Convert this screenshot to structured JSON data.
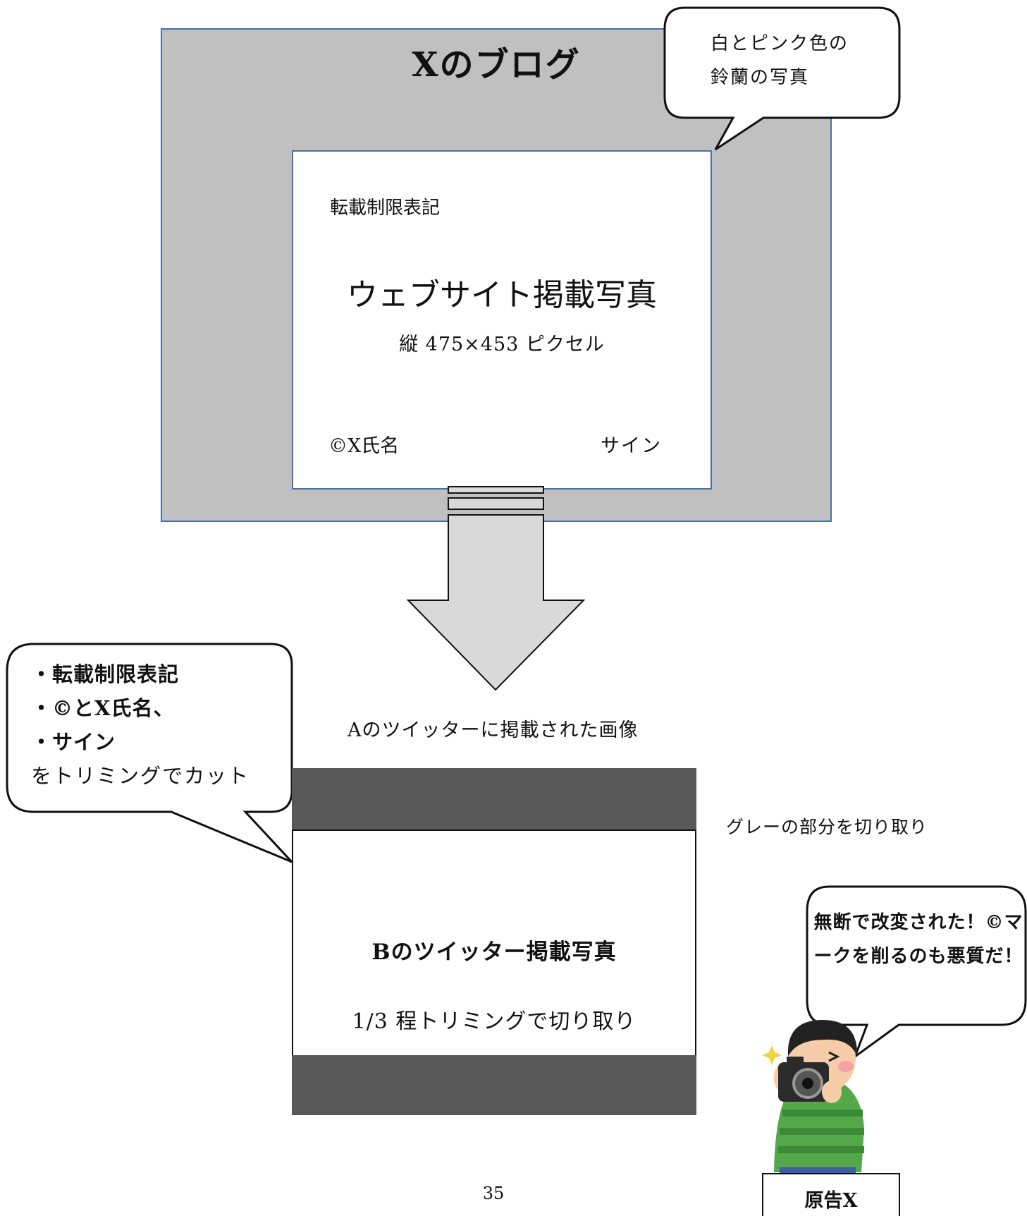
{
  "blog": {
    "title": "Xのブログ",
    "photo": {
      "restriction_label": "転載制限表記",
      "title": "ウェブサイト掲載写真",
      "size": "縦 475×453 ピクセル",
      "copyright": "©X氏名",
      "signature": "サイン"
    }
  },
  "callouts": {
    "photo_description": [
      "白とピンク色の",
      "鈴蘭の写真"
    ],
    "trimmed_items": [
      "・転載制限表記",
      "・©とX氏名、",
      "・サイン",
      "をトリミングでカット"
    ],
    "plaintiff_quote": "無断で改変された！©マークを削るのも悪質だ！"
  },
  "tweet": {
    "caption": "Aのツイッターに掲載された画像",
    "gray_note": "グレーの部分を切り取り",
    "photo_title": "Bのツイッター掲載写真",
    "trim_note": "1/3 程トリミングで切り取り"
  },
  "plaintiff": {
    "label": "原告X"
  },
  "page_number": "35",
  "colors": {
    "blog_panel": "#c0c0c0",
    "blog_border": "#4a6fa5",
    "arrow_fill": "#d9d9d9",
    "cropped_strip": "#585858"
  },
  "icons": [
    "photographer-illustration",
    "sparkle-icon",
    "camera-icon"
  ]
}
